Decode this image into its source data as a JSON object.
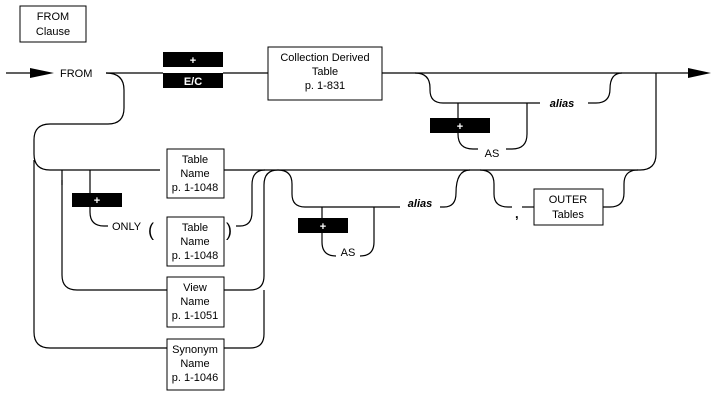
{
  "title_box": [
    "FROM",
    "Clause"
  ],
  "keywords": {
    "from": "FROM",
    "only": "ONLY",
    "as_1": "AS",
    "as_2": "AS",
    "alias_1": "alias",
    "alias_2": "alias",
    "comma": ",",
    "open_paren": "(",
    "close_paren": ")"
  },
  "flags": {
    "plus_1": "+",
    "ec": "E/C",
    "plus_2": "+",
    "plus_3": "+",
    "plus_4": "+"
  },
  "boxes": {
    "collection": [
      "Collection Derived",
      "Table",
      "p. 1-831"
    ],
    "table_name": [
      "Table",
      "Name",
      "p. 1-1048"
    ],
    "table_name_only": [
      "Table",
      "Name",
      "p. 1-1048"
    ],
    "view_name": [
      "View",
      "Name",
      "p. 1-1051"
    ],
    "synonym_name": [
      "Synonym",
      "Name",
      "p. 1-1046"
    ],
    "outer_tables": [
      "OUTER",
      "Tables"
    ]
  }
}
